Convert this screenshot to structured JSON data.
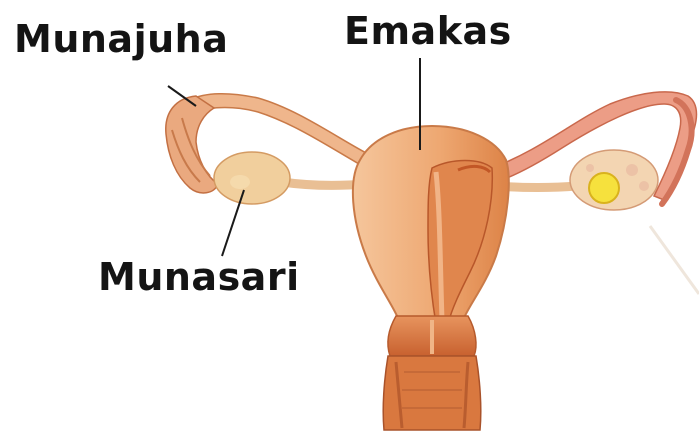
{
  "labels": {
    "tube": "Munajuha",
    "uterus": "Emakas",
    "ovary": "Munasari"
  },
  "colors": {
    "background": "#ffffff",
    "tissue_main": "#f2b88a",
    "tissue_dark": "#d9773f",
    "tissue_inner": "#c9582a",
    "tube_pink": "#eaa28c",
    "ovary_fill": "#f3d2a3",
    "follicle": "#f7e44a",
    "label_text": "#141414"
  }
}
